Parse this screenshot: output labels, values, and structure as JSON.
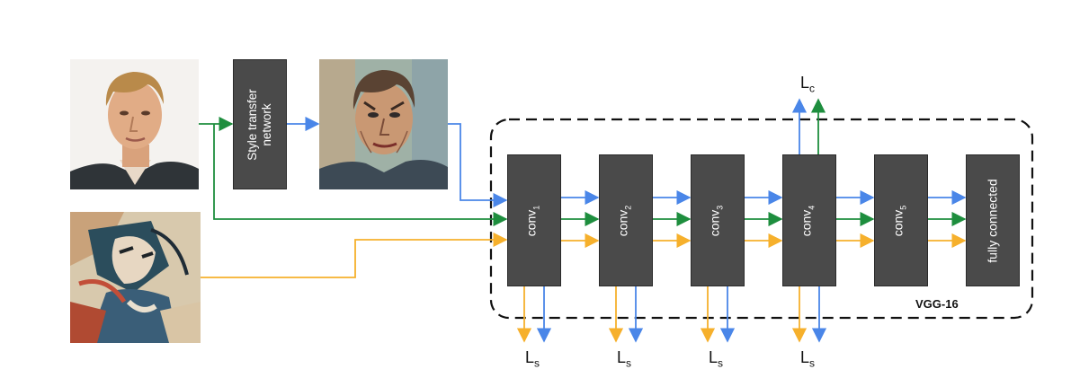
{
  "style_transfer_label": "Style transfer network",
  "conv_layers": [
    {
      "base": "conv",
      "index": "1"
    },
    {
      "base": "conv",
      "index": "2"
    },
    {
      "base": "conv",
      "index": "3"
    },
    {
      "base": "conv",
      "index": "4"
    },
    {
      "base": "conv",
      "index": "5"
    }
  ],
  "fc_label": "fully connected",
  "network_name": "VGG-16",
  "content_loss": {
    "base": "L",
    "sub": "c"
  },
  "style_loss": {
    "base": "L",
    "sub": "s"
  },
  "colors": {
    "block": "#4a4a4a",
    "blue": "#4a86e8",
    "green": "#1e8e3e",
    "orange": "#f6b02c",
    "dashed_border": "#111111"
  }
}
